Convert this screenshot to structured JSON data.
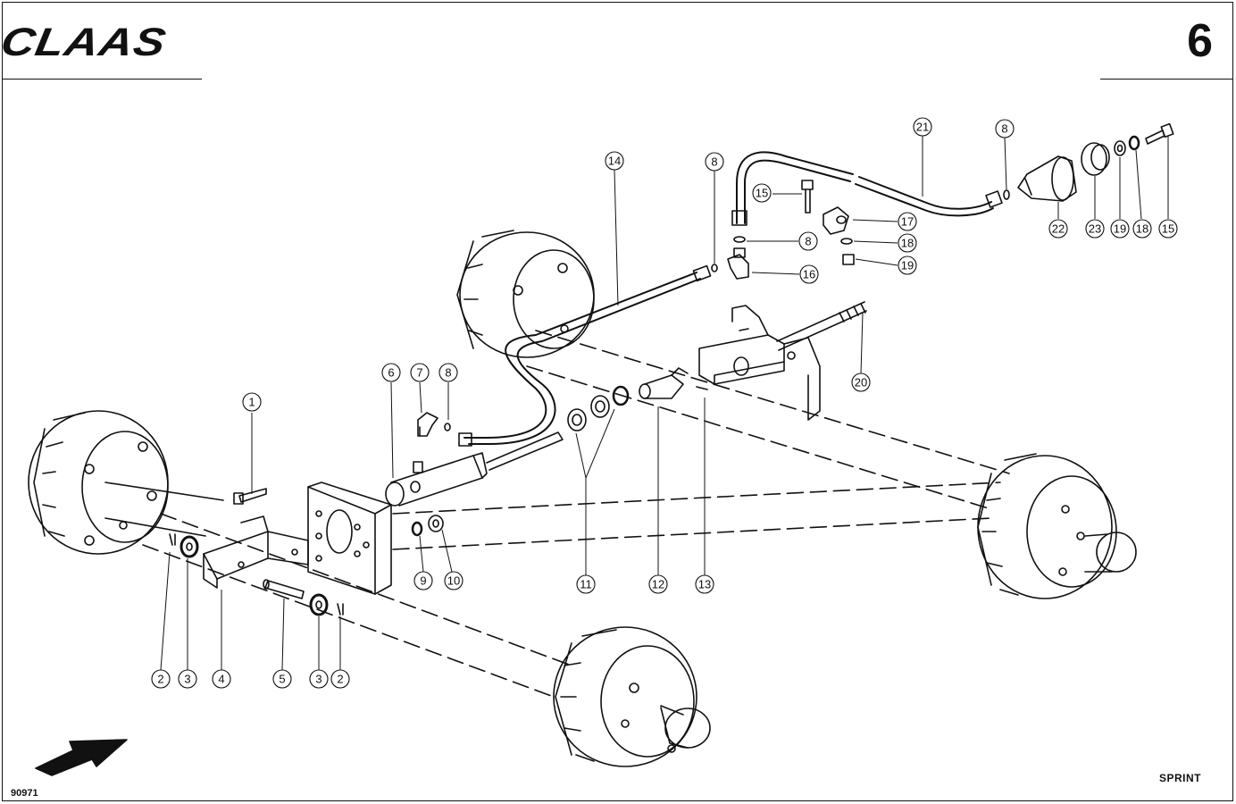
{
  "header": {
    "brand": "CLAAS",
    "page_number": "6"
  },
  "footer": {
    "model": "SPRINT",
    "document_number": "90971"
  },
  "callouts": [
    {
      "id": "c1",
      "label": "1"
    },
    {
      "id": "c2a",
      "label": "2"
    },
    {
      "id": "c3a",
      "label": "3"
    },
    {
      "id": "c4",
      "label": "4"
    },
    {
      "id": "c5",
      "label": "5"
    },
    {
      "id": "c3b",
      "label": "3"
    },
    {
      "id": "c2b",
      "label": "2"
    },
    {
      "id": "c6",
      "label": "6"
    },
    {
      "id": "c7",
      "label": "7"
    },
    {
      "id": "c8a",
      "label": "8"
    },
    {
      "id": "c9",
      "label": "9"
    },
    {
      "id": "c10",
      "label": "10"
    },
    {
      "id": "c11",
      "label": "11"
    },
    {
      "id": "c12",
      "label": "12"
    },
    {
      "id": "c13",
      "label": "13"
    },
    {
      "id": "c14",
      "label": "14"
    },
    {
      "id": "c8b",
      "label": "8"
    },
    {
      "id": "c15a",
      "label": "15"
    },
    {
      "id": "c8c",
      "label": "8"
    },
    {
      "id": "c16",
      "label": "16"
    },
    {
      "id": "c17",
      "label": "17"
    },
    {
      "id": "c18a",
      "label": "18"
    },
    {
      "id": "c19a",
      "label": "19"
    },
    {
      "id": "c20",
      "label": "20"
    },
    {
      "id": "c21",
      "label": "21"
    },
    {
      "id": "c8d",
      "label": "8"
    },
    {
      "id": "c22",
      "label": "22"
    },
    {
      "id": "c23",
      "label": "23"
    },
    {
      "id": "c19b",
      "label": "19"
    },
    {
      "id": "c18b",
      "label": "18"
    },
    {
      "id": "c15b",
      "label": "15"
    }
  ]
}
